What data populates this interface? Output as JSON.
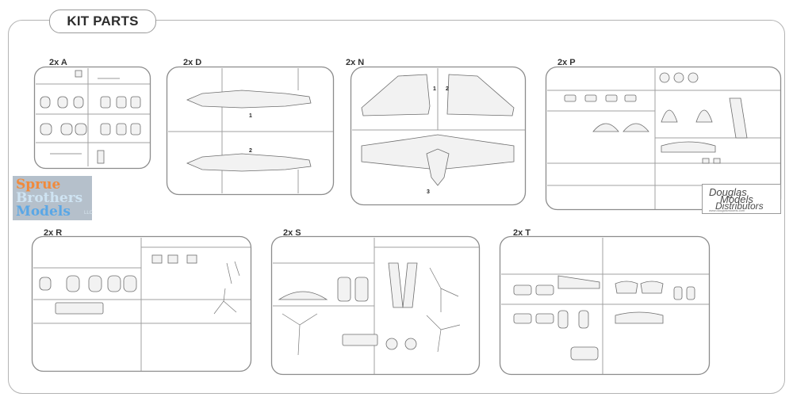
{
  "header": {
    "title": "KIT PARTS"
  },
  "sprues": [
    {
      "id": "A",
      "label": "2x A"
    },
    {
      "id": "D",
      "label": "2x D"
    },
    {
      "id": "N",
      "label": "2x N"
    },
    {
      "id": "P",
      "label": "2x P"
    },
    {
      "id": "R",
      "label": "2x R"
    },
    {
      "id": "S",
      "label": "2x S"
    },
    {
      "id": "T",
      "label": "2x T"
    }
  ],
  "part_numbers": {
    "D": [
      "1",
      "2"
    ],
    "N": [
      "1",
      "2",
      "3"
    ]
  },
  "watermarks": {
    "sprue_brothers": {
      "line1": "Sprue",
      "line2": "Brothers",
      "line3": "Models",
      "suffix": "LLC"
    },
    "douglas": {
      "line1": "Douglas",
      "line2": "Models",
      "line3": "Distributors",
      "small": "www.douglasmodels.com"
    }
  },
  "colors": {
    "frame": "#b3b3b3",
    "sprue_outline": "#8c8c8c",
    "title_text": "#2d2d2d"
  }
}
